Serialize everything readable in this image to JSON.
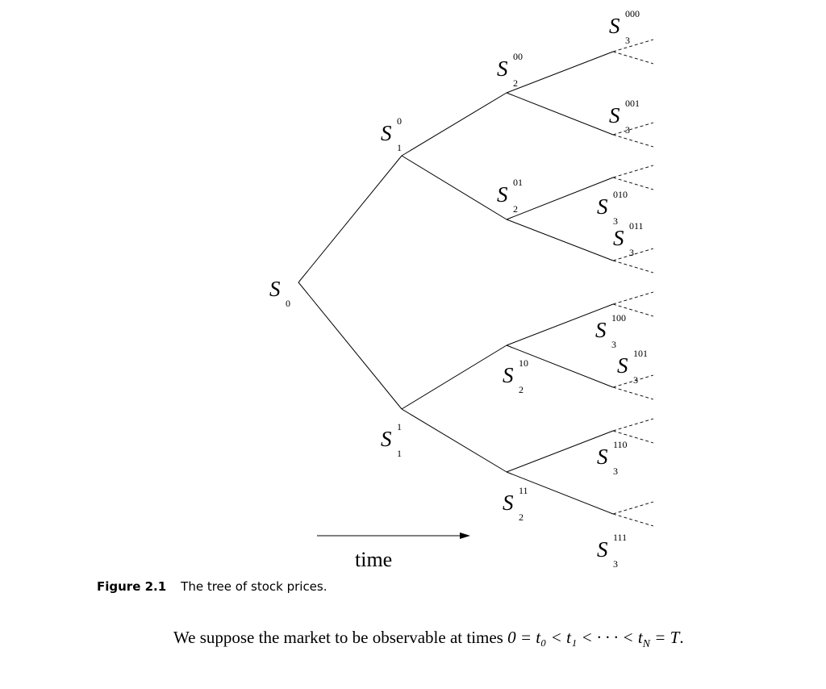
{
  "tree": {
    "nodes": [
      {
        "id": "root",
        "base": "S",
        "sup": "",
        "sub": "0"
      },
      {
        "id": "0",
        "base": "S",
        "sup": "0",
        "sub": "1"
      },
      {
        "id": "1",
        "base": "S",
        "sup": "1",
        "sub": "1"
      },
      {
        "id": "00",
        "base": "S",
        "sup": "00",
        "sub": "2"
      },
      {
        "id": "01",
        "base": "S",
        "sup": "01",
        "sub": "2"
      },
      {
        "id": "10",
        "base": "S",
        "sup": "10",
        "sub": "2"
      },
      {
        "id": "11",
        "base": "S",
        "sup": "11",
        "sub": "2"
      },
      {
        "id": "000",
        "base": "S",
        "sup": "000",
        "sub": "3"
      },
      {
        "id": "001",
        "base": "S",
        "sup": "001",
        "sub": "3"
      },
      {
        "id": "010",
        "base": "S",
        "sup": "010",
        "sub": "3"
      },
      {
        "id": "011",
        "base": "S",
        "sup": "011",
        "sub": "3"
      },
      {
        "id": "100",
        "base": "S",
        "sup": "100",
        "sub": "3"
      },
      {
        "id": "101",
        "base": "S",
        "sup": "101",
        "sub": "3"
      },
      {
        "id": "110",
        "base": "S",
        "sup": "110",
        "sub": "3"
      },
      {
        "id": "111",
        "base": "S",
        "sup": "111",
        "sub": "3"
      }
    ],
    "time_label": "time"
  },
  "caption": {
    "label": "Figure 2.1",
    "text": "The tree of stock prices."
  },
  "body_text": {
    "lead": "We suppose the market to be observable at times ",
    "math": "0 = t₀ < t₁ < · · · < t",
    "math_sub": "N",
    "math_end": " = T",
    "end": "."
  }
}
